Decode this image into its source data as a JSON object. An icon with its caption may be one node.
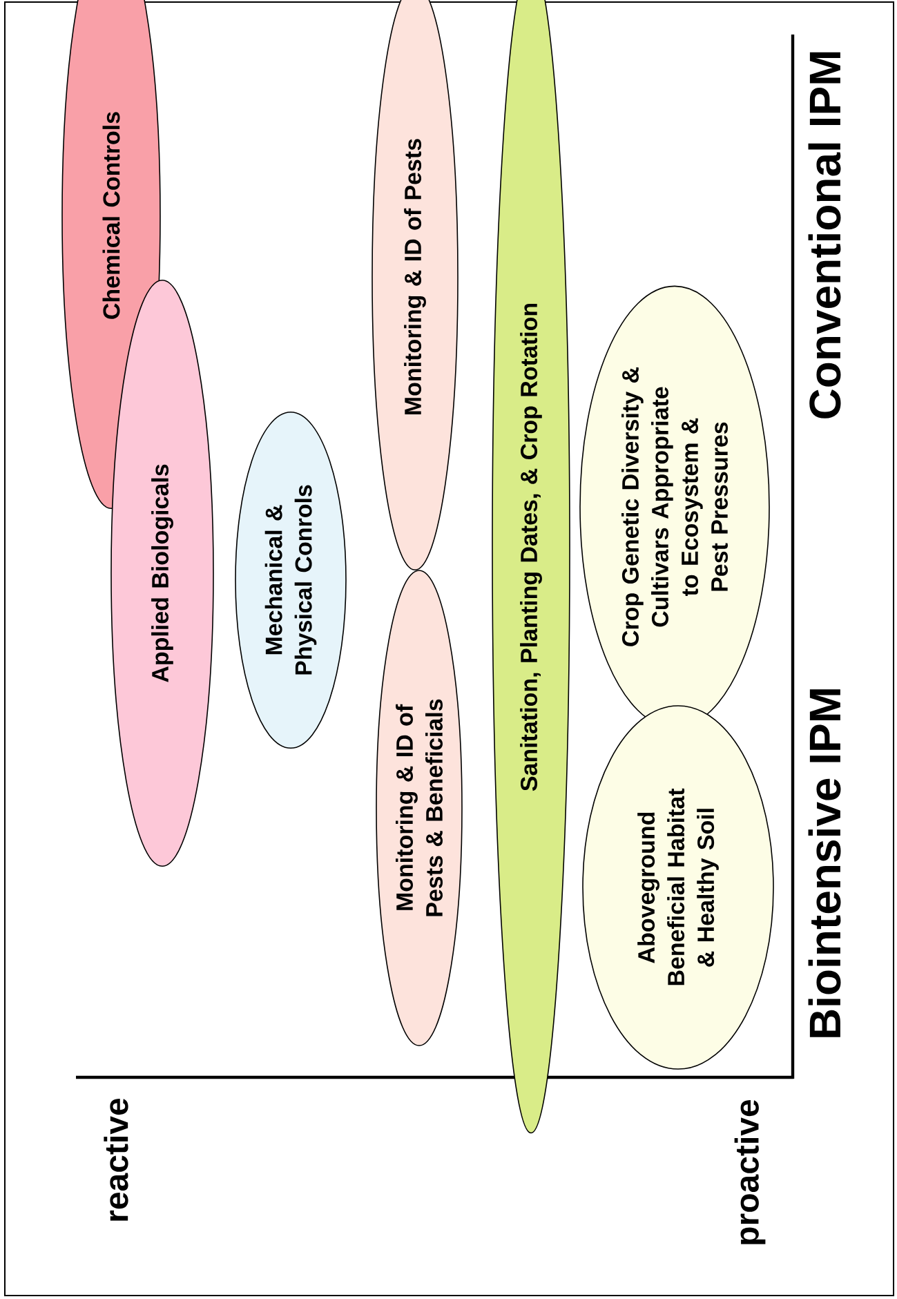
{
  "diagram": {
    "nodes": [
      {
        "text": [
          "Chemical Controls"
        ]
      },
      {
        "text": [
          "Applied Biologicals"
        ]
      },
      {
        "text": [
          "Mechanical & Physical Conrols"
        ]
      },
      {
        "text": [
          "Monitoring & ID of Pests"
        ]
      },
      {
        "text": [
          "Monitoring & ID of Pests & Beneficials"
        ]
      },
      {
        "text": [
          "Sanitation, Planting Dates, & Crop Rotation"
        ]
      },
      {
        "text": [
          "Crop Genetic Diversity & Cultivars Appropriate to Ecosystem & Pest Pressures"
        ]
      },
      {
        "text": [
          "Aboveground Beneficial Habitat & Healthy Soil"
        ]
      }
    ],
    "labels": [
      "Conventional IPM",
      "Biointensive IPM",
      "reactive",
      "proactive"
    ]
  }
}
